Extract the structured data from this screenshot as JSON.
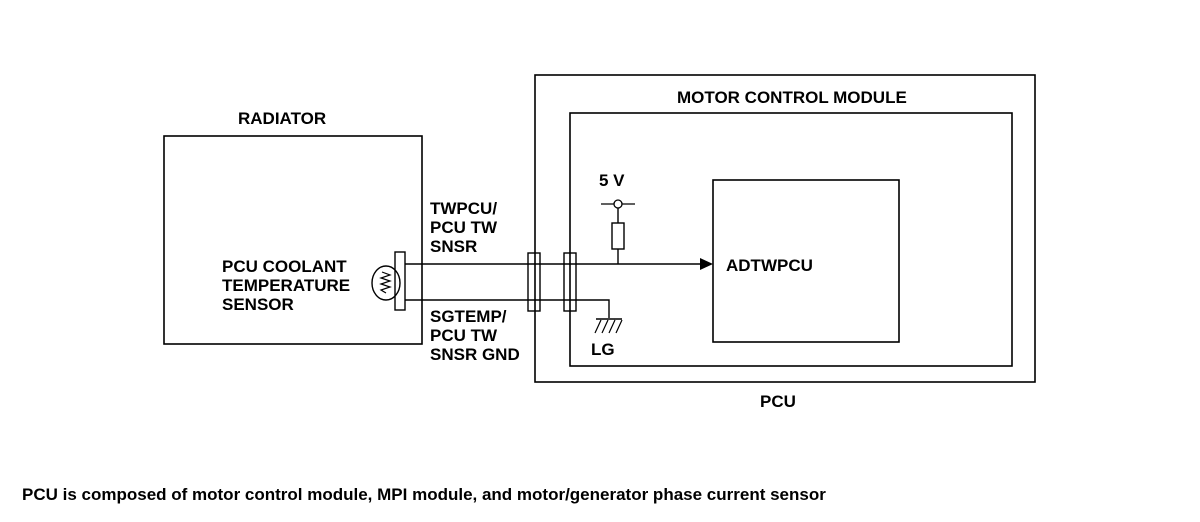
{
  "labels": {
    "radiator": "RADIATOR",
    "motor_control_module": "MOTOR CONTROL MODULE",
    "pcu": "PCU",
    "sensor": [
      "PCU COOLANT",
      "TEMPERATURE",
      "SENSOR"
    ],
    "signal_wire": [
      "TWPCU/",
      "PCU TW",
      "SNSR"
    ],
    "ground_wire": [
      "SGTEMP/",
      "PCU TW",
      "SNSR GND"
    ],
    "supply_voltage": "5 V",
    "input": "ADTWPCU",
    "logic_ground": "LG"
  },
  "footnote": "PCU is composed of motor control module, MPI module, and motor/generator phase current sensor"
}
